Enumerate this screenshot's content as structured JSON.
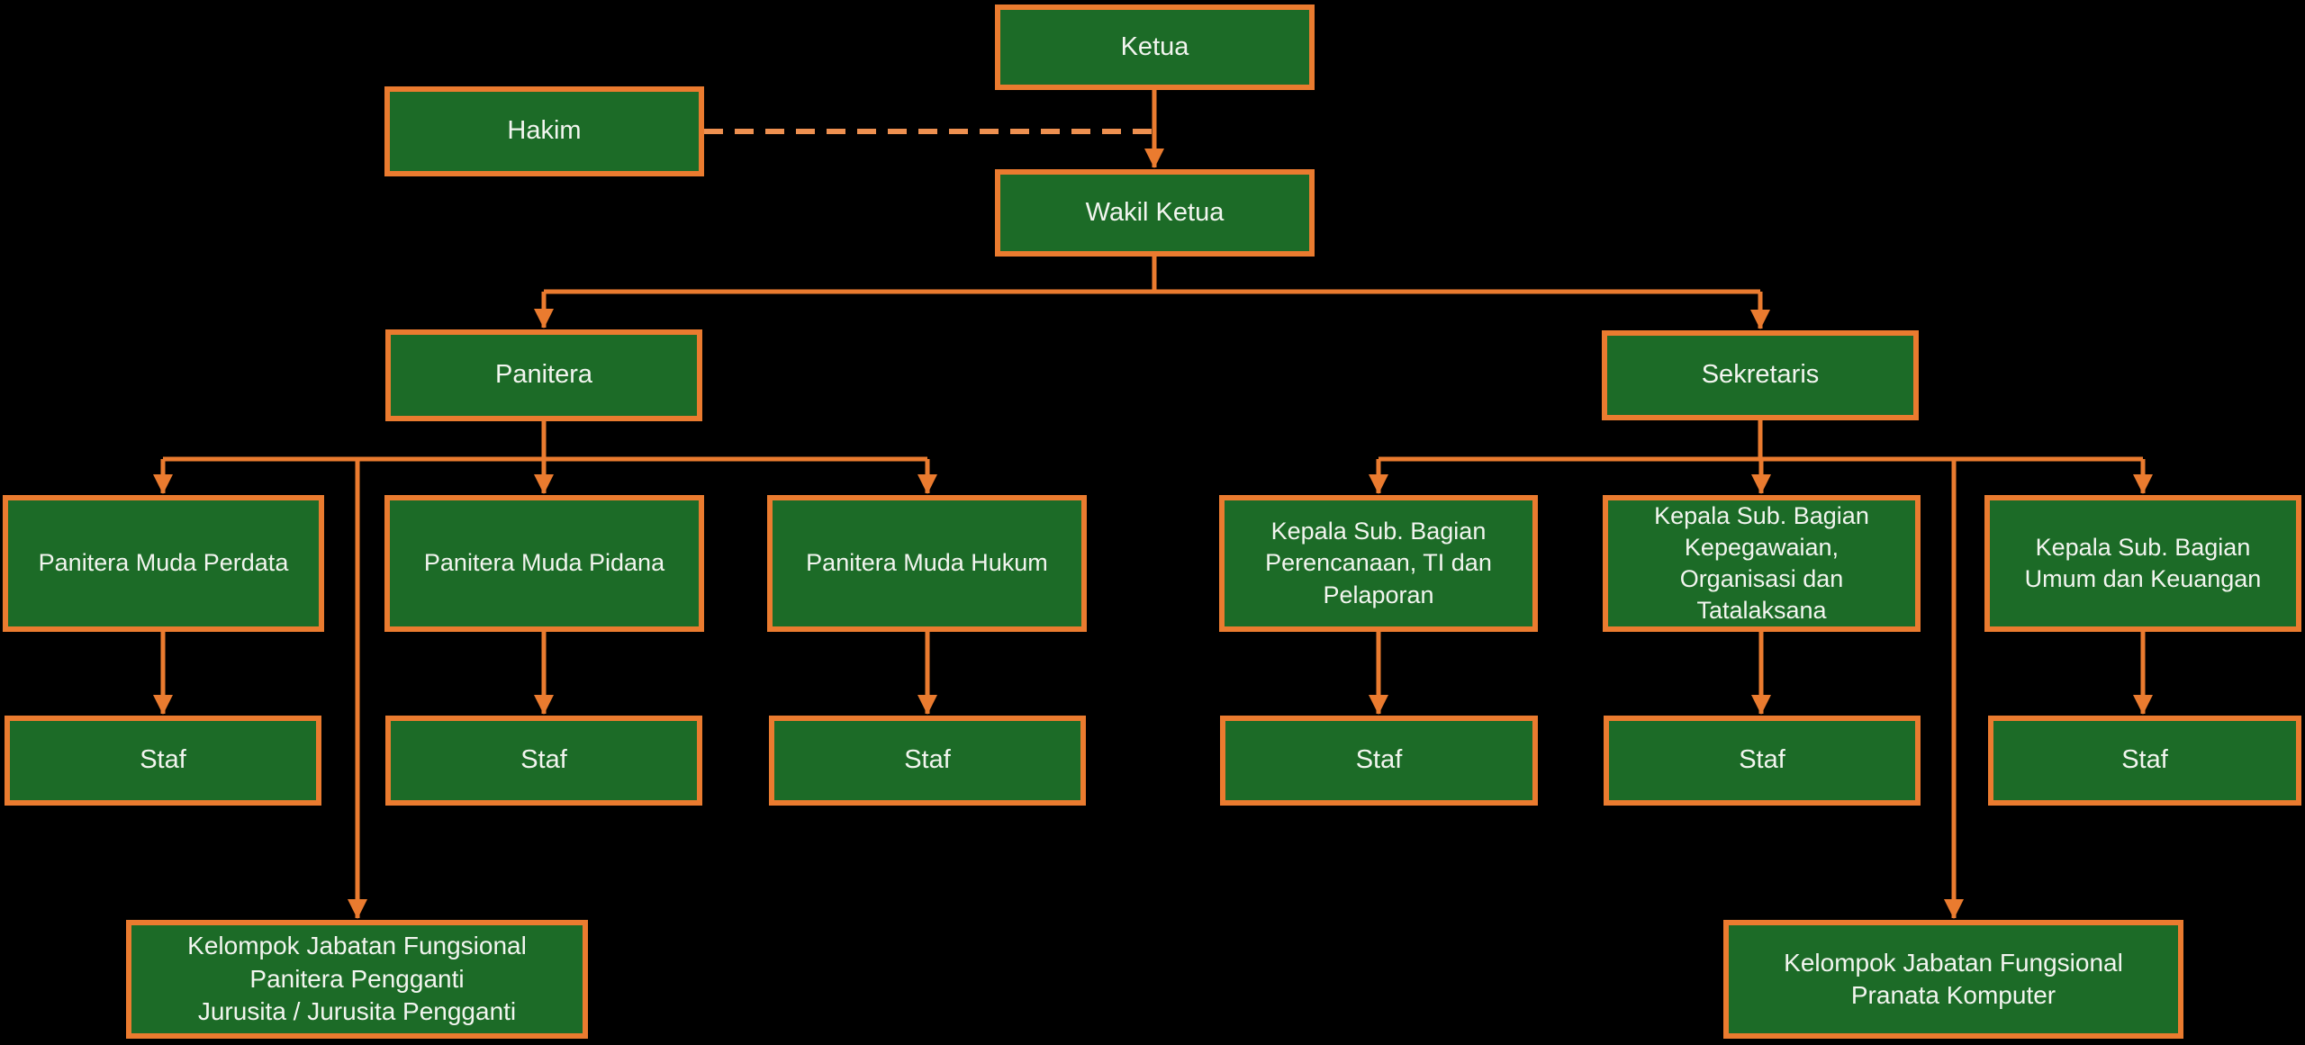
{
  "colors": {
    "background": "#000000",
    "node_fill": "#1C6B27",
    "node_border": "#EA7B2F",
    "connector": "#EA7B2F",
    "dashed_connector": "#EE9050",
    "text": "#F2F5EF"
  },
  "nodes": {
    "ketua": {
      "label": "Ketua"
    },
    "hakim": {
      "label": "Hakim"
    },
    "wakil_ketua": {
      "label": "Wakil Ketua"
    },
    "panitera": {
      "label": "Panitera"
    },
    "sekretaris": {
      "label": "Sekretaris"
    },
    "panitera_muda_perdata": {
      "label": "Panitera Muda Perdata"
    },
    "panitera_muda_pidana": {
      "label": "Panitera Muda Pidana"
    },
    "panitera_muda_hukum": {
      "label": "Panitera Muda Hukum"
    },
    "kasub_perencanaan": {
      "label": "Kepala Sub. Bagian\nPerencanaan, TI dan\nPelaporan"
    },
    "kasub_kepegawaian": {
      "label": "Kepala Sub. Bagian\nKepegawaian,\nOrganisasi dan\nTatalaksana"
    },
    "kasub_umum": {
      "label": "Kepala Sub. Bagian\nUmum dan Keuangan"
    },
    "staf_1": {
      "label": "Staf"
    },
    "staf_2": {
      "label": "Staf"
    },
    "staf_3": {
      "label": "Staf"
    },
    "staf_4": {
      "label": "Staf"
    },
    "staf_5": {
      "label": "Staf"
    },
    "staf_6": {
      "label": "Staf"
    },
    "kelompok_jabatan_fungsional_panitera": {
      "label": "Kelompok Jabatan Fungsional\nPanitera Pengganti\nJurusita / Jurusita Pengganti"
    },
    "kelompok_jabatan_fungsional_pranata": {
      "label": "Kelompok Jabatan Fungsional\nPranata Komputer"
    }
  },
  "edges": [
    {
      "from": "ketua",
      "to": "wakil_ketua",
      "style": "solid_arrow"
    },
    {
      "from": "hakim",
      "to": "ketua_wakil_ketua_line",
      "style": "dashed"
    },
    {
      "from": "wakil_ketua",
      "to": "panitera",
      "style": "solid_arrow"
    },
    {
      "from": "wakil_ketua",
      "to": "sekretaris",
      "style": "solid_arrow"
    },
    {
      "from": "panitera",
      "to": "panitera_muda_perdata",
      "style": "solid_arrow"
    },
    {
      "from": "panitera",
      "to": "panitera_muda_pidana",
      "style": "solid_arrow"
    },
    {
      "from": "panitera",
      "to": "panitera_muda_hukum",
      "style": "solid_arrow"
    },
    {
      "from": "panitera",
      "to": "kelompok_jabatan_fungsional_panitera",
      "style": "solid_arrow"
    },
    {
      "from": "sekretaris",
      "to": "kasub_perencanaan",
      "style": "solid_arrow"
    },
    {
      "from": "sekretaris",
      "to": "kasub_kepegawaian",
      "style": "solid_arrow"
    },
    {
      "from": "sekretaris",
      "to": "kasub_umum",
      "style": "solid_arrow"
    },
    {
      "from": "sekretaris",
      "to": "kelompok_jabatan_fungsional_pranata",
      "style": "solid_arrow"
    },
    {
      "from": "panitera_muda_perdata",
      "to": "staf_1",
      "style": "solid_arrow"
    },
    {
      "from": "panitera_muda_pidana",
      "to": "staf_2",
      "style": "solid_arrow"
    },
    {
      "from": "panitera_muda_hukum",
      "to": "staf_3",
      "style": "solid_arrow"
    },
    {
      "from": "kasub_perencanaan",
      "to": "staf_4",
      "style": "solid_arrow"
    },
    {
      "from": "kasub_kepegawaian",
      "to": "staf_5",
      "style": "solid_arrow"
    },
    {
      "from": "kasub_umum",
      "to": "staf_6",
      "style": "solid_arrow"
    }
  ]
}
